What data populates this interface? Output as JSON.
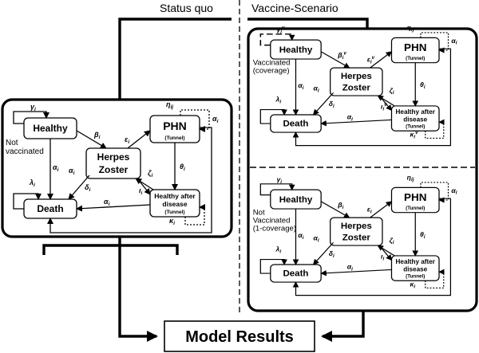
{
  "headers": {
    "status_quo": "Status quo",
    "vaccine_scenario": "Vaccine-Scenario"
  },
  "result": "Model Results",
  "nodes": {
    "healthy": "Healthy",
    "phn": "PHN",
    "tunnel": "(Tunnel)",
    "herpes_1": "Herpes",
    "herpes_2": "Zoster",
    "death": "Death",
    "hafter_1": "Healthy after",
    "hafter_2": "disease"
  },
  "side_labels": {
    "sq_1": "Not",
    "sq_2": "vaccinated",
    "vac_1": "Vaccinated",
    "vac_2": "(coverage)",
    "nvac_1": "Not",
    "nvac_2": "Vaccinated",
    "nvac_3": "(1-coverage)"
  },
  "params": {
    "gamma": "γ",
    "beta": "β",
    "eps": "ε",
    "eta": "η",
    "alpha": "α",
    "lambda": "λ",
    "delta": "δ",
    "zeta": "ζ",
    "theta": "θ",
    "iota": "ι",
    "kappa": "κ",
    "sub_i": "i",
    "sub_ij": "ij",
    "sup_v": "v"
  }
}
